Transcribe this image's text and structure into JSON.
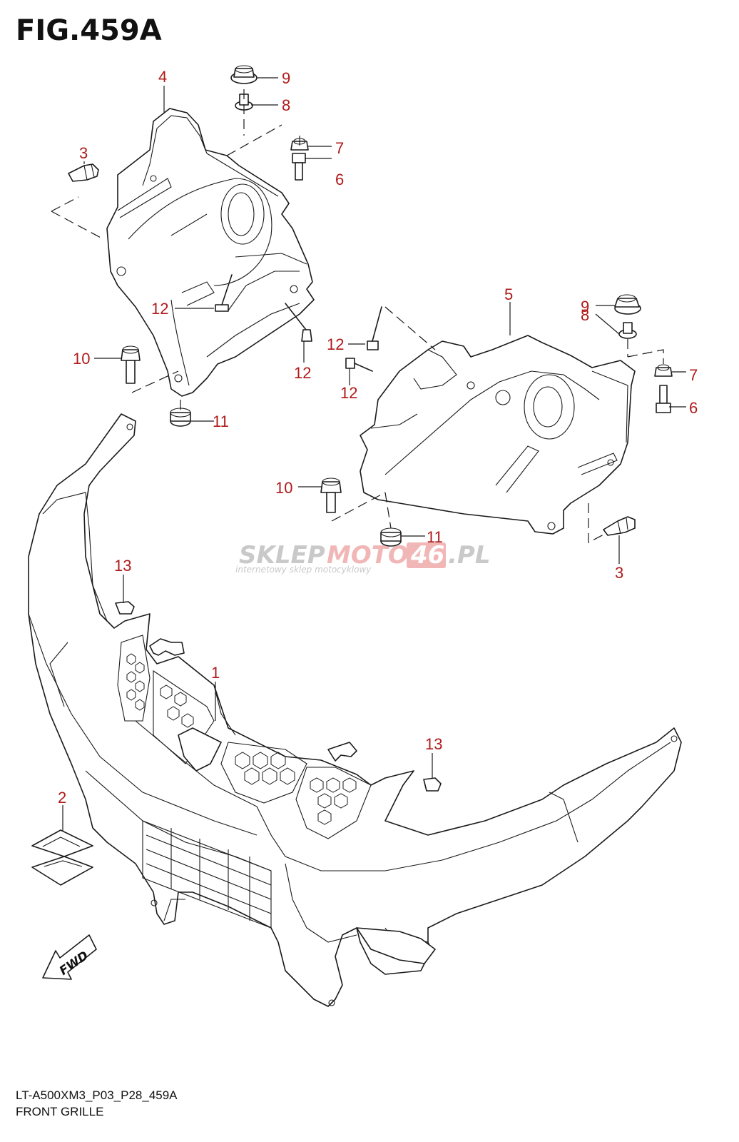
{
  "figure": {
    "title": "FIG.459A",
    "model_code": "LT-A500XM3_P03_P28_459A",
    "name": "FRONT GRILLE"
  },
  "watermark": {
    "brand_part1": "SKLEP",
    "brand_part2": "MOTO",
    "brand_part3": "46",
    "brand_part4": ".PL",
    "tagline": "internetowy sklep motocyklowy"
  },
  "fwd_label": "FWD",
  "callouts": [
    {
      "id": "c9a",
      "text": "9"
    },
    {
      "id": "c8a",
      "text": "8"
    },
    {
      "id": "c7a",
      "text": "7"
    },
    {
      "id": "c6a",
      "text": "6"
    },
    {
      "id": "c4",
      "text": "4"
    },
    {
      "id": "c3a",
      "text": "3"
    },
    {
      "id": "c12a",
      "text": "12"
    },
    {
      "id": "c12b",
      "text": "12"
    },
    {
      "id": "c10a",
      "text": "10"
    },
    {
      "id": "c11a",
      "text": "11"
    },
    {
      "id": "c5",
      "text": "5"
    },
    {
      "id": "c9b",
      "text": "9"
    },
    {
      "id": "c8b",
      "text": "8"
    },
    {
      "id": "c7b",
      "text": "7"
    },
    {
      "id": "c6b",
      "text": "6"
    },
    {
      "id": "c12c",
      "text": "12"
    },
    {
      "id": "c12d",
      "text": "12"
    },
    {
      "id": "c10b",
      "text": "10"
    },
    {
      "id": "c11b",
      "text": "11"
    },
    {
      "id": "c3b",
      "text": "3"
    },
    {
      "id": "c13a",
      "text": "13"
    },
    {
      "id": "c1",
      "text": "1"
    },
    {
      "id": "c13b",
      "text": "13"
    },
    {
      "id": "c2",
      "text": "2"
    }
  ]
}
